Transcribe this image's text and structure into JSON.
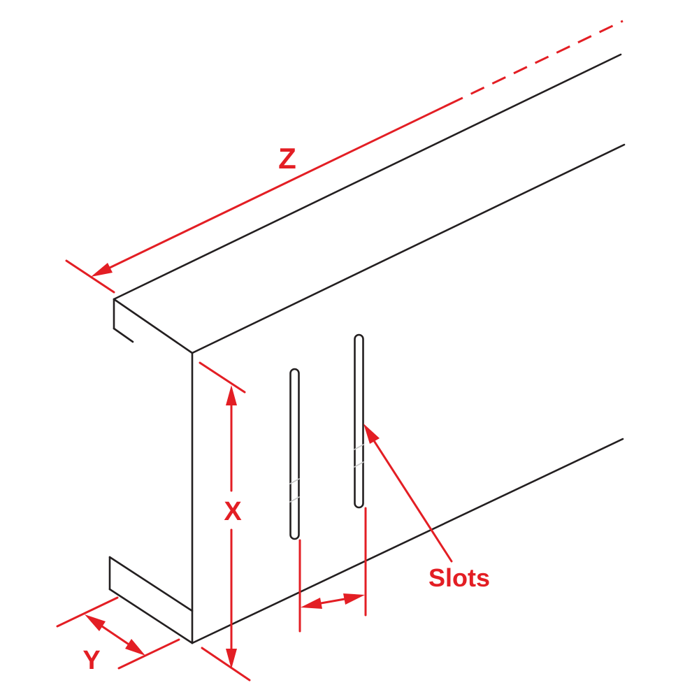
{
  "diagram": {
    "labels": {
      "length": "Z",
      "height": "X",
      "flange_width": "Y",
      "slots": "Slots"
    },
    "colors": {
      "dimension": "#e31e24",
      "outline": "#231f20",
      "slot_hatch": "#c8c8c8",
      "background": "#ffffff"
    }
  }
}
